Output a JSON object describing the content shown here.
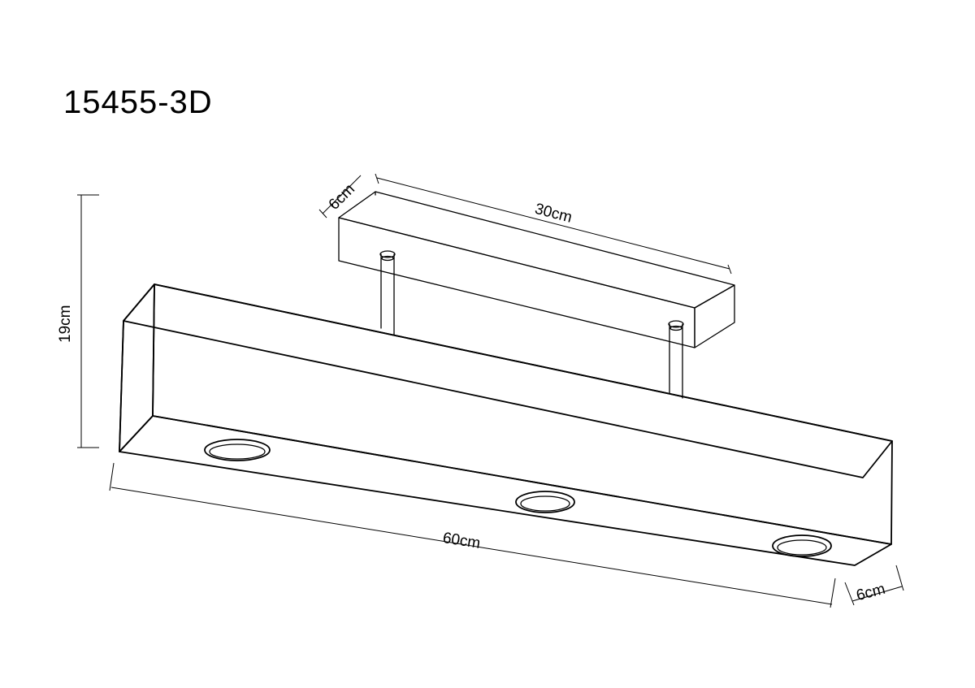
{
  "model_number": "15455-3D",
  "dimensions": {
    "length": "60cm",
    "height": "19cm",
    "depth_body": "6cm",
    "canopy_length": "30cm",
    "canopy_depth": "6cm"
  },
  "colors": {
    "line": "#000000",
    "background": "#ffffff"
  }
}
